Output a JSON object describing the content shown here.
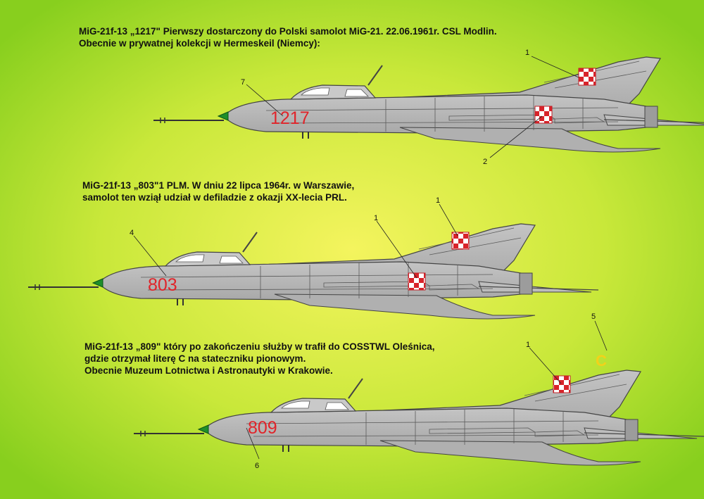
{
  "colors": {
    "background_center": "#f2f25a",
    "background_edge": "#8fd21f",
    "aircraft_grey": "#b9b9b9",
    "panel_line": "#555555",
    "serial_red": "#e0242a",
    "nose_green": "#1f8f2a",
    "letter_yellow": "#f2d21a",
    "checker_red": "#d8232a",
    "checker_white": "#ffffff"
  },
  "aircraft": [
    {
      "caption": [
        "MiG-21f-13 „1217\" Pierwszy dostarczony do Polski samolot MiG-21. 22.06.1961r. CSL Modlin.",
        "Obecnie w prywatnej kolekcji w Hermeskeil (Niemcy):"
      ],
      "serial": "1217",
      "callouts": [
        "1",
        "7",
        "2"
      ]
    },
    {
      "caption": [
        "MiG-21f-13 „803\"1 PLM. W dniu 22 lipca 1964r. w Warszawie,",
        "samolot ten wziął udział w defiladzie z okazji XX-lecia PRL."
      ],
      "serial": "803",
      "callouts": [
        "1",
        "1",
        "4"
      ]
    },
    {
      "caption": [
        "MiG-21f-13 „809\" który po zakończeniu służby w  trafił do COSSTWL Oleśnica,",
        "gdzie otrzymał literę C na stateczniku pionowym.",
        "Obecnie Muzeum Lotnictwa i Astronautyki w Krakowie."
      ],
      "serial": "809",
      "tail_letter": "C",
      "callouts": [
        "5",
        "1",
        "6"
      ]
    }
  ]
}
